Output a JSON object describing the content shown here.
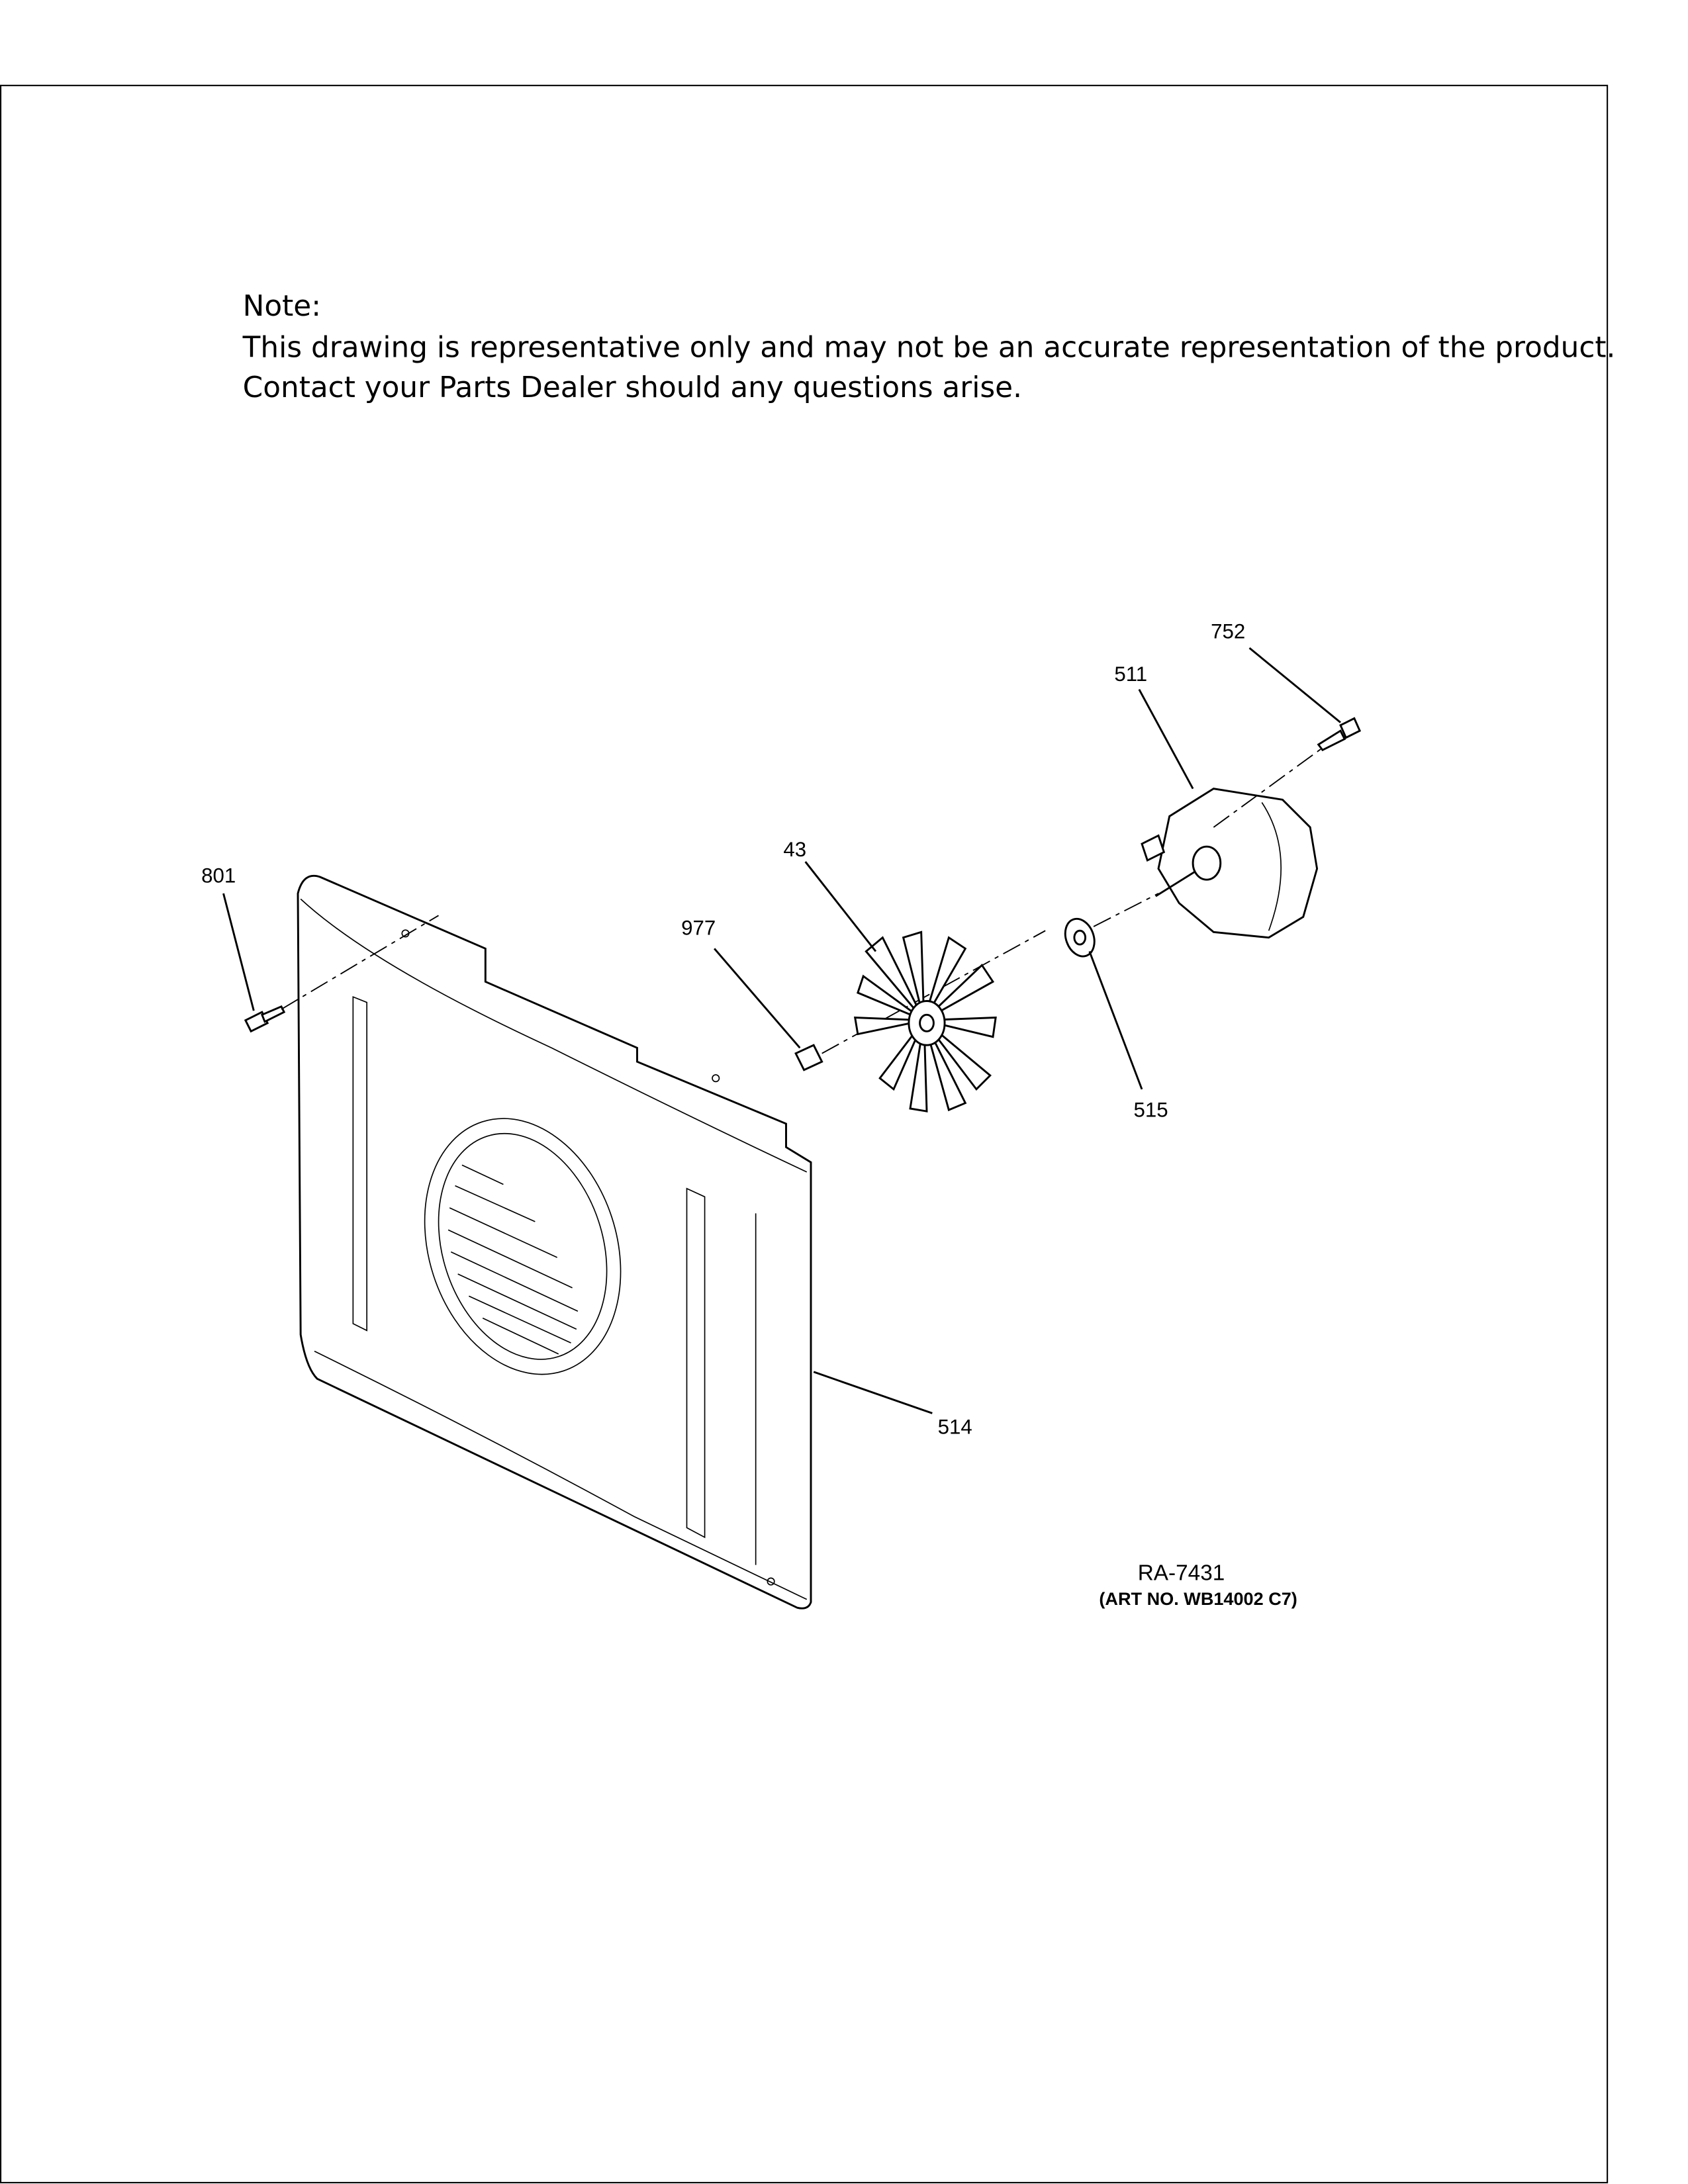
{
  "note": {
    "heading": "Note:",
    "line1": "This drawing is representative only and may not be an accurate representation of the product.",
    "line2": "Contact your Parts Dealer should any questions arise."
  },
  "callouts": {
    "screw_top": "752",
    "motor": "511",
    "fan_blade": "43",
    "nut": "977",
    "washer": "515",
    "screw_left": "801",
    "cover": "514"
  },
  "drawing_id": "RA-7431",
  "art_number": "(ART NO. WB14002 C7)"
}
